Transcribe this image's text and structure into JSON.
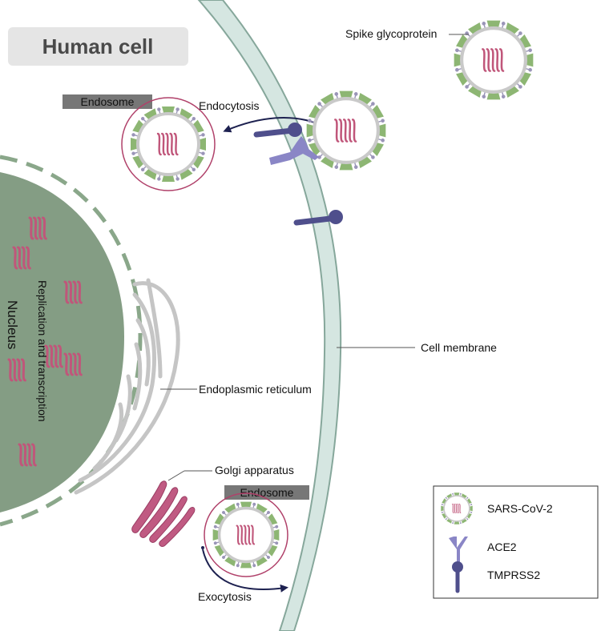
{
  "title": "Human cell",
  "labels": {
    "spike": "Spike glycoprotein",
    "endosome_top": "Endosome",
    "endocytosis": "Endocytosis",
    "replication": "Replication and transcription",
    "nucleus": "Nucleus",
    "cell_membrane": "Cell membrane",
    "er": "Endoplasmic reticulum",
    "golgi": "Golgi apparatus",
    "endosome_bottom": "Endosome",
    "exocytosis": "Exocytosis"
  },
  "legend": {
    "items": [
      {
        "label": "SARS-CoV-2",
        "icon": "virus-icon"
      },
      {
        "label": "ACE2",
        "icon": "ace2-receptor-icon"
      },
      {
        "label": "TMPRSS2",
        "icon": "tmprss2-icon"
      }
    ]
  },
  "colors": {
    "nucleus": "#849d84",
    "nucleus_dash": "#8aa78a",
    "membrane_fill": "#d5e6e1",
    "membrane_stroke": "#86a79b",
    "spike": "#8db673",
    "virus_ring": "#c9c9c9",
    "rna": "#c0567a",
    "endosome": "#b0416a",
    "ace2": "#8a86c6",
    "tmprss2": "#4f4f8c",
    "arrow": "#1d2150",
    "title_bg": "#e5e5e5",
    "tag_bg": "#777777",
    "er": "#c5c5c5"
  }
}
